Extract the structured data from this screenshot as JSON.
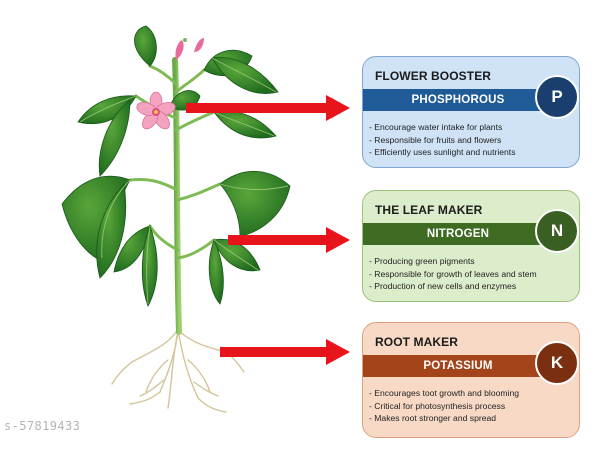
{
  "cards": [
    {
      "title": "FLOWER BOOSTER",
      "nutrient": "PHOSPHOROUS",
      "symbol": "P",
      "bullets": [
        "- Encourage water intake for plants",
        "- Responsible for fruits and flowers",
        "- Efficiently uses sunlight and nutrients"
      ],
      "colors": {
        "bg": "#cfe2f6",
        "border": "#7ea6cf",
        "band": "#1f5c97",
        "circle": "#1a3f6e"
      }
    },
    {
      "title": "THE LEAF MAKER",
      "nutrient": "NITROGEN",
      "symbol": "N",
      "bullets": [
        "- Producing green pigments",
        "- Responsible for growth of leaves and stem",
        "- Production of new cells and enzymes"
      ],
      "colors": {
        "bg": "#dcedcc",
        "border": "#9cc27a",
        "band": "#3e6b22",
        "circle": "#3a5f22"
      }
    },
    {
      "title": "ROOT MAKER",
      "nutrient": "POTASSIUM",
      "symbol": "K",
      "bullets": [
        "- Encourages toot growth and blooming",
        "- Critical for photosynthesis  process",
        "- Makes root stronger and spread"
      ],
      "colors": {
        "bg": "#f8d9c6",
        "border": "#e0a27e",
        "band": "#a4441b",
        "circle": "#7a2f10"
      }
    }
  ],
  "watermark": "s-57819433",
  "arrow_color": "#e8141b"
}
